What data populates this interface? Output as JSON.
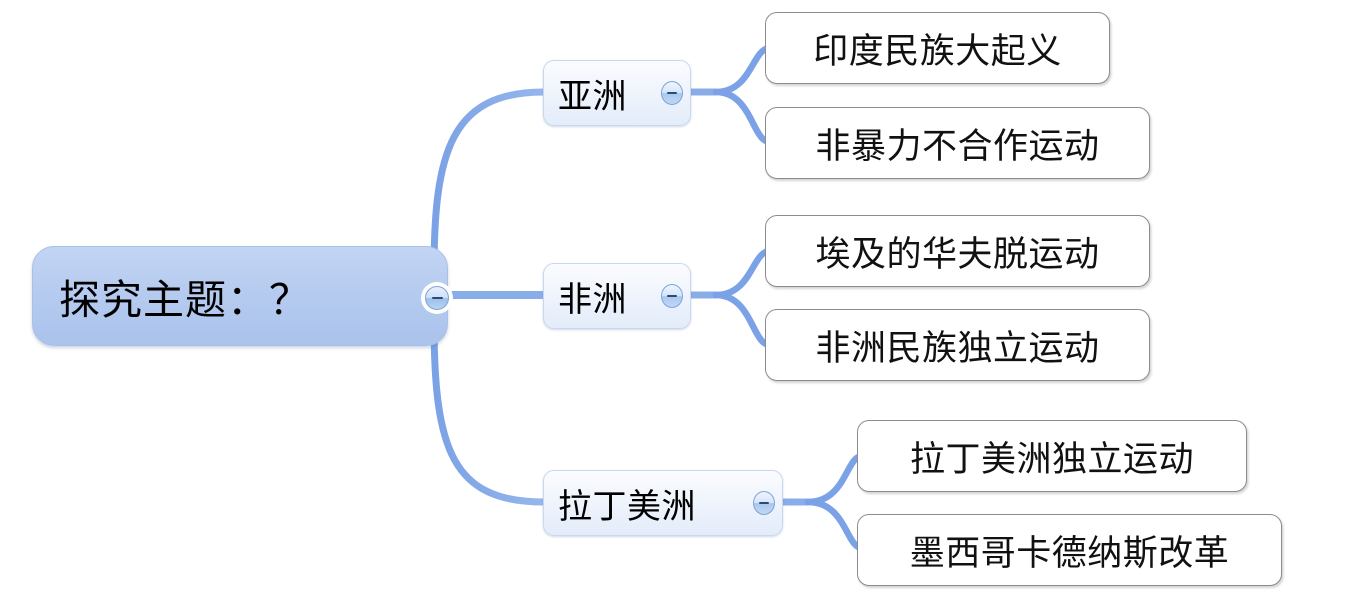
{
  "diagram": {
    "type": "mind-map",
    "orientation": "left-to-right",
    "colors": {
      "root_fill": "#b6cbef",
      "root_border": "#a9c0e8",
      "branch_fill": "#eef3fc",
      "branch_border": "#c8d8f0",
      "leaf_fill": "#ffffff",
      "leaf_border": "#8c8c8c",
      "connector": "#7da3e8",
      "text": "#000000"
    },
    "root": {
      "id": "root",
      "label": "探究主题：？",
      "toggle": {
        "name": "collapse-toggle-root",
        "state": "expanded",
        "glyph": "minus"
      },
      "branches": [
        {
          "id": "asia",
          "label": "亚洲",
          "toggle": {
            "name": "collapse-toggle-asia",
            "state": "expanded",
            "glyph": "minus"
          },
          "children": [
            {
              "id": "asia-1",
              "label": "印度民族大起义"
            },
            {
              "id": "asia-2",
              "label": "非暴力不合作运动"
            }
          ]
        },
        {
          "id": "africa",
          "label": "非洲",
          "toggle": {
            "name": "collapse-toggle-africa",
            "state": "expanded",
            "glyph": "minus"
          },
          "children": [
            {
              "id": "africa-1",
              "label": "埃及的华夫脱运动"
            },
            {
              "id": "africa-2",
              "label": "非洲民族独立运动"
            }
          ]
        },
        {
          "id": "latin-america",
          "label": "拉丁美洲",
          "toggle": {
            "name": "collapse-toggle-latin-america",
            "state": "expanded",
            "glyph": "minus"
          },
          "children": [
            {
              "id": "latin-1",
              "label": "拉丁美洲独立运动"
            },
            {
              "id": "latin-2",
              "label": "墨西哥卡德纳斯改革"
            }
          ]
        }
      ]
    }
  }
}
